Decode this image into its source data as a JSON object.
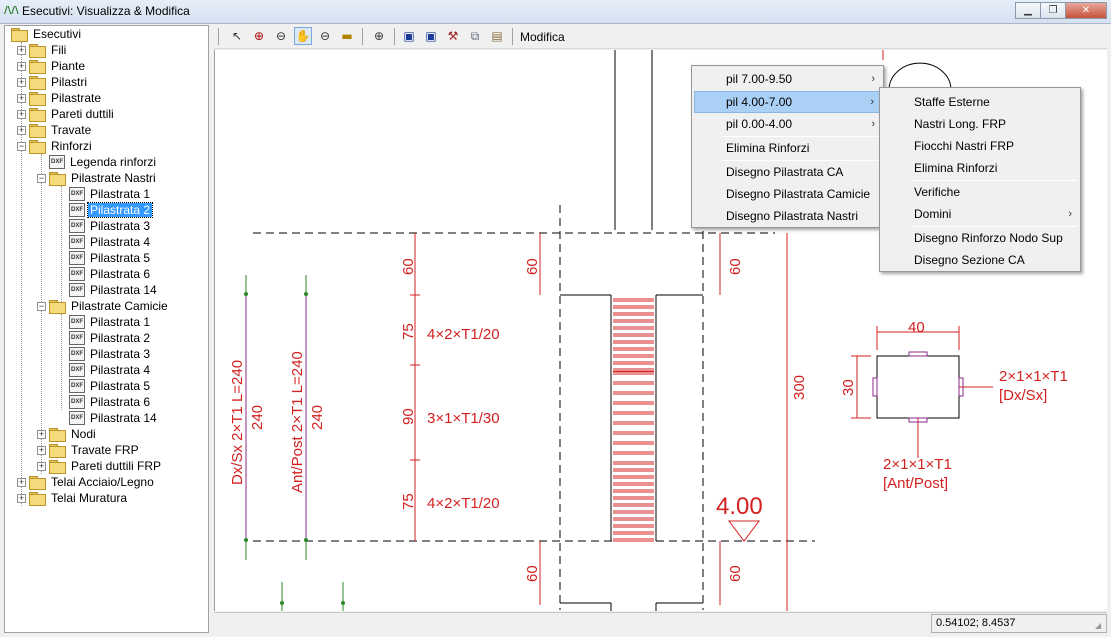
{
  "window": {
    "title": "Esecutivi: Visualizza & Modifica",
    "minimize": "▁",
    "maximize": "❐",
    "close": "✕"
  },
  "tree": {
    "root": "Esecutivi",
    "fili": "Fili",
    "piante": "Piante",
    "pilastri": "Pilastri",
    "pilastrate": "Pilastrate",
    "pareti_duttili": "Pareti duttili",
    "travate": "Travate",
    "rinforzi": "Rinforzi",
    "legenda": "Legenda rinforzi",
    "pil_nastri": "Pilastrate Nastri",
    "nastri_items": [
      "Pilastrata 1",
      "Pilastrata 2",
      "Pilastrata 3",
      "Pilastrata 4",
      "Pilastrata 5",
      "Pilastrata 6",
      "Pilastrata 14"
    ],
    "pil_camicie": "Pilastrate Camicie",
    "camicie_items": [
      "Pilastrata 1",
      "Pilastrata 2",
      "Pilastrata 3",
      "Pilastrata 4",
      "Pilastrata 5",
      "Pilastrata 6",
      "Pilastrata 14"
    ],
    "nodi": "Nodi",
    "travate_frp": "Travate FRP",
    "pareti_frp": "Pareti duttili FRP",
    "telai_acciaio": "Telai Acciaio/Legno",
    "telai_muratura": "Telai Muratura",
    "dxf_label": "DXF"
  },
  "toolbar": {
    "modifica": "Modifica"
  },
  "status": {
    "coords": "0.54102; 8.4537"
  },
  "menu1": {
    "items": [
      "pil 7.00-9.50",
      "pil 4.00-7.00",
      "pil 0.00-4.00",
      "Elimina Rinforzi",
      "Disegno Pilastrata CA",
      "Disegno Pilastrata Camicie",
      "Disegno Pilastrata Nastri"
    ],
    "arrow": "›"
  },
  "menu2": {
    "items": [
      "Staffe Esterne",
      "Nastri Long. FRP",
      "Fiocchi Nastri FRP",
      "Elimina Rinforzi",
      "Verifiche",
      "Domini",
      "Disegno Rinforzo Nodo Sup",
      "Disegno Sezione CA"
    ]
  },
  "drawing": {
    "dim60_a": "60",
    "dim60_b": "60",
    "dim60_c": "60",
    "dim60_d": "60",
    "dim60_e": "60",
    "dim75_a": "75",
    "dim90": "90",
    "dim75_b": "75",
    "lbl_4x2_a": "4×2×T1/20",
    "lbl_3x1": "3×1×T1/30",
    "lbl_4x2_b": "4×2×T1/20",
    "dim300": "300",
    "level": "4.00",
    "dxsx": "Dx/Sx 2×T1 L=240",
    "dxsx_240": "240",
    "antpost": "Ant/Post 2×T1 L=240",
    "antpost_240": "240",
    "sec_40": "40",
    "sec_30": "30",
    "sec_dx1": "2×1×1×T1",
    "sec_dx2": "[Dx/Sx]",
    "sec_ap1": "2×1×1×T1",
    "sec_ap2": "[Ant/Post]"
  },
  "colors": {
    "red": "#d42020",
    "purple": "#8a2a8a",
    "green": "#2a8a2a",
    "selection": "#3399ff"
  }
}
